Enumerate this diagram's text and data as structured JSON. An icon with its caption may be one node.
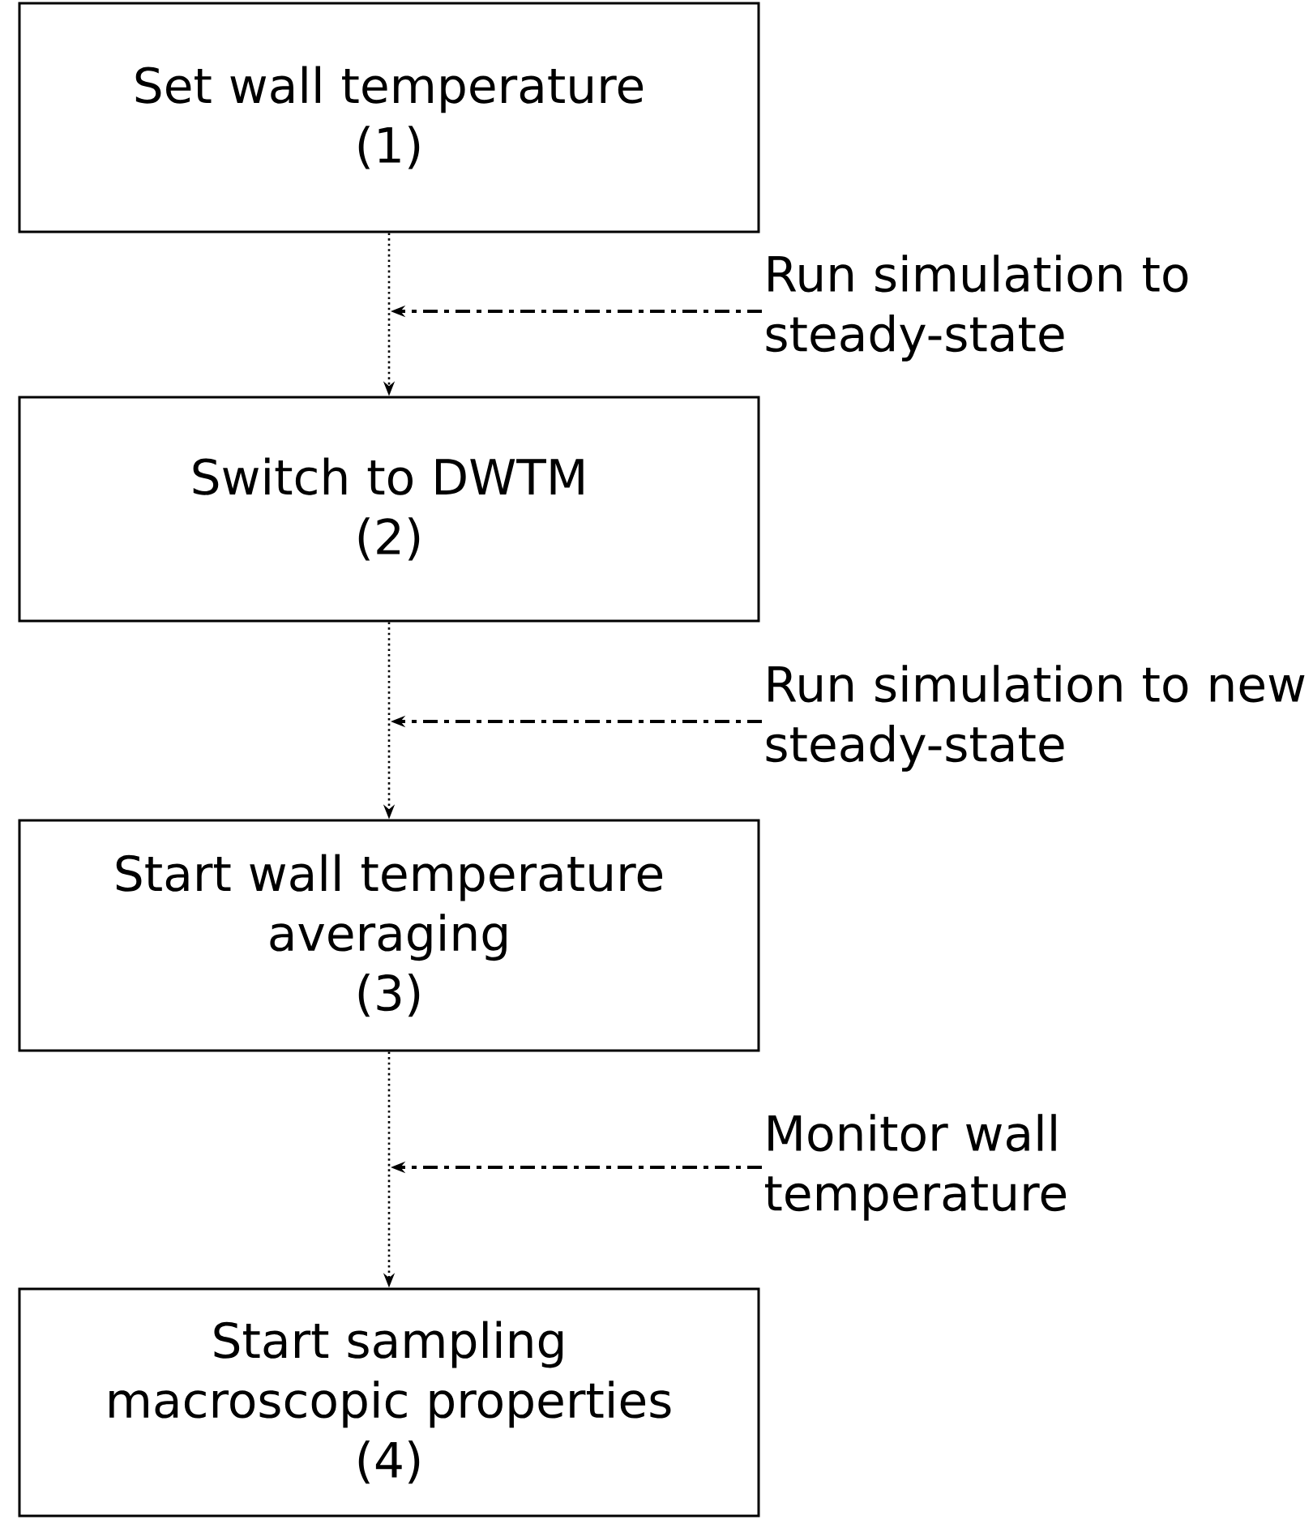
{
  "diagram": {
    "nodes": [
      {
        "text": [
          "Set wall temperature",
          "(1)"
        ]
      },
      {
        "text": [
          "Switch to DWTM",
          "(2)"
        ]
      },
      {
        "text": [
          "Start wall temperature averaging",
          "(3)"
        ]
      },
      {
        "text": [
          "Start sampling macroscopic properties",
          "(4)"
        ]
      },
      {
        "text": [
          "Run simulation to steady-state"
        ]
      },
      {
        "text": [
          "Run simulation to new steady-state"
        ]
      },
      {
        "text": [
          "Monitor wall temperature"
        ]
      }
    ],
    "edges": [
      {
        "from": 0,
        "to": 1,
        "arrow": "to"
      },
      {
        "from": 1,
        "to": 2,
        "arrow": "to"
      },
      {
        "from": 2,
        "to": 3,
        "arrow": "to"
      },
      {
        "from": 4,
        "to": null,
        "arrow": "to",
        "style": "dashed"
      },
      {
        "from": 5,
        "to": null,
        "arrow": "to",
        "style": "dashed"
      },
      {
        "from": 6,
        "to": null,
        "arrow": "to",
        "style": "dashed"
      }
    ]
  }
}
